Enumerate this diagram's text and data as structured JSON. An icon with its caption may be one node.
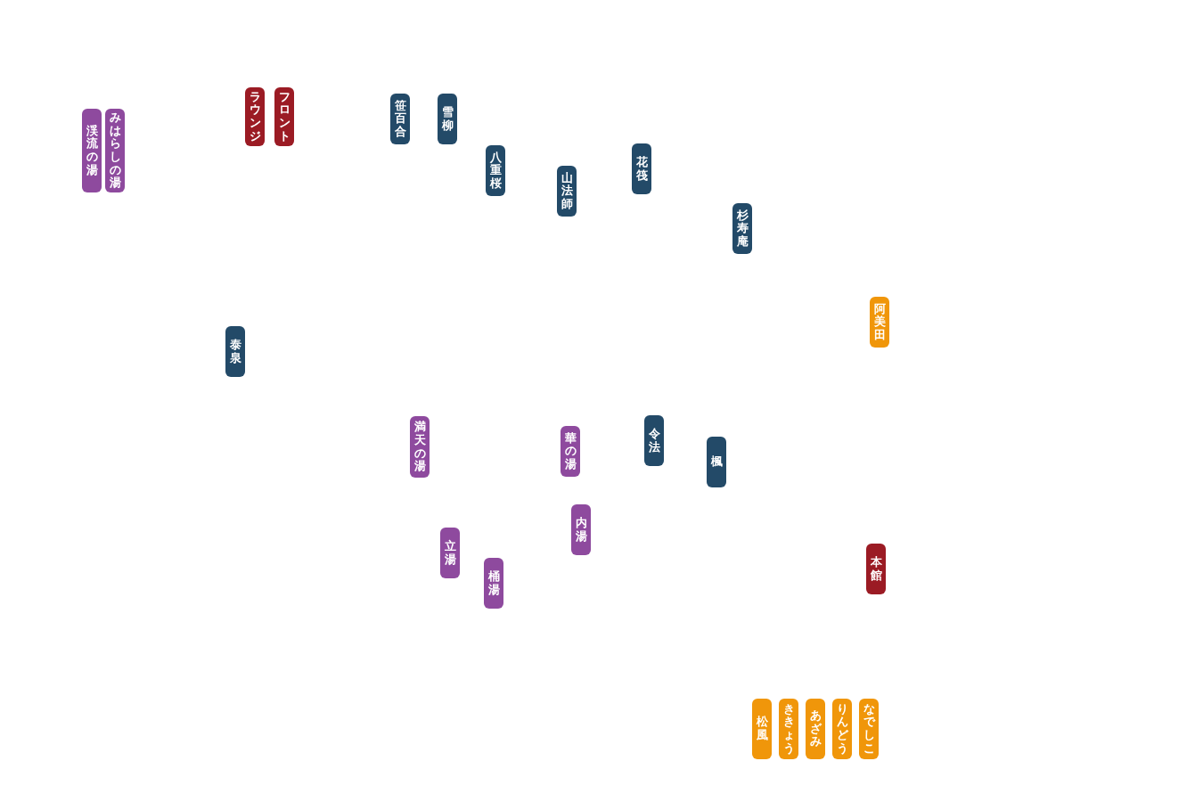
{
  "diagram": {
    "nodes": [
      {
        "text": [
          "渓流の湯"
        ]
      },
      {
        "text": [
          "みはらしの湯"
        ]
      },
      {
        "text": [
          "ラウンジ"
        ]
      },
      {
        "text": [
          "フロント"
        ]
      },
      {
        "text": [
          "笹百合"
        ]
      },
      {
        "text": [
          "雪柳"
        ]
      },
      {
        "text": [
          "八重桜"
        ]
      },
      {
        "text": [
          "山法師"
        ]
      },
      {
        "text": [
          "花筏"
        ]
      },
      {
        "text": [
          "杉寿庵"
        ]
      },
      {
        "text": [
          "阿美田"
        ]
      },
      {
        "text": [
          "泰泉"
        ]
      },
      {
        "text": [
          "満天の湯"
        ]
      },
      {
        "text": [
          "華の湯"
        ]
      },
      {
        "text": [
          "令法"
        ]
      },
      {
        "text": [
          "楓"
        ]
      },
      {
        "text": [
          "内湯"
        ]
      },
      {
        "text": [
          "立湯"
        ]
      },
      {
        "text": [
          "桶湯"
        ]
      },
      {
        "text": [
          "本館"
        ]
      },
      {
        "text": [
          "松風"
        ]
      },
      {
        "text": [
          "ききょう"
        ]
      },
      {
        "text": [
          "あざみ"
        ]
      },
      {
        "text": [
          "りんどう"
        ]
      },
      {
        "text": [
          "なでしこ"
        ]
      }
    ]
  }
}
